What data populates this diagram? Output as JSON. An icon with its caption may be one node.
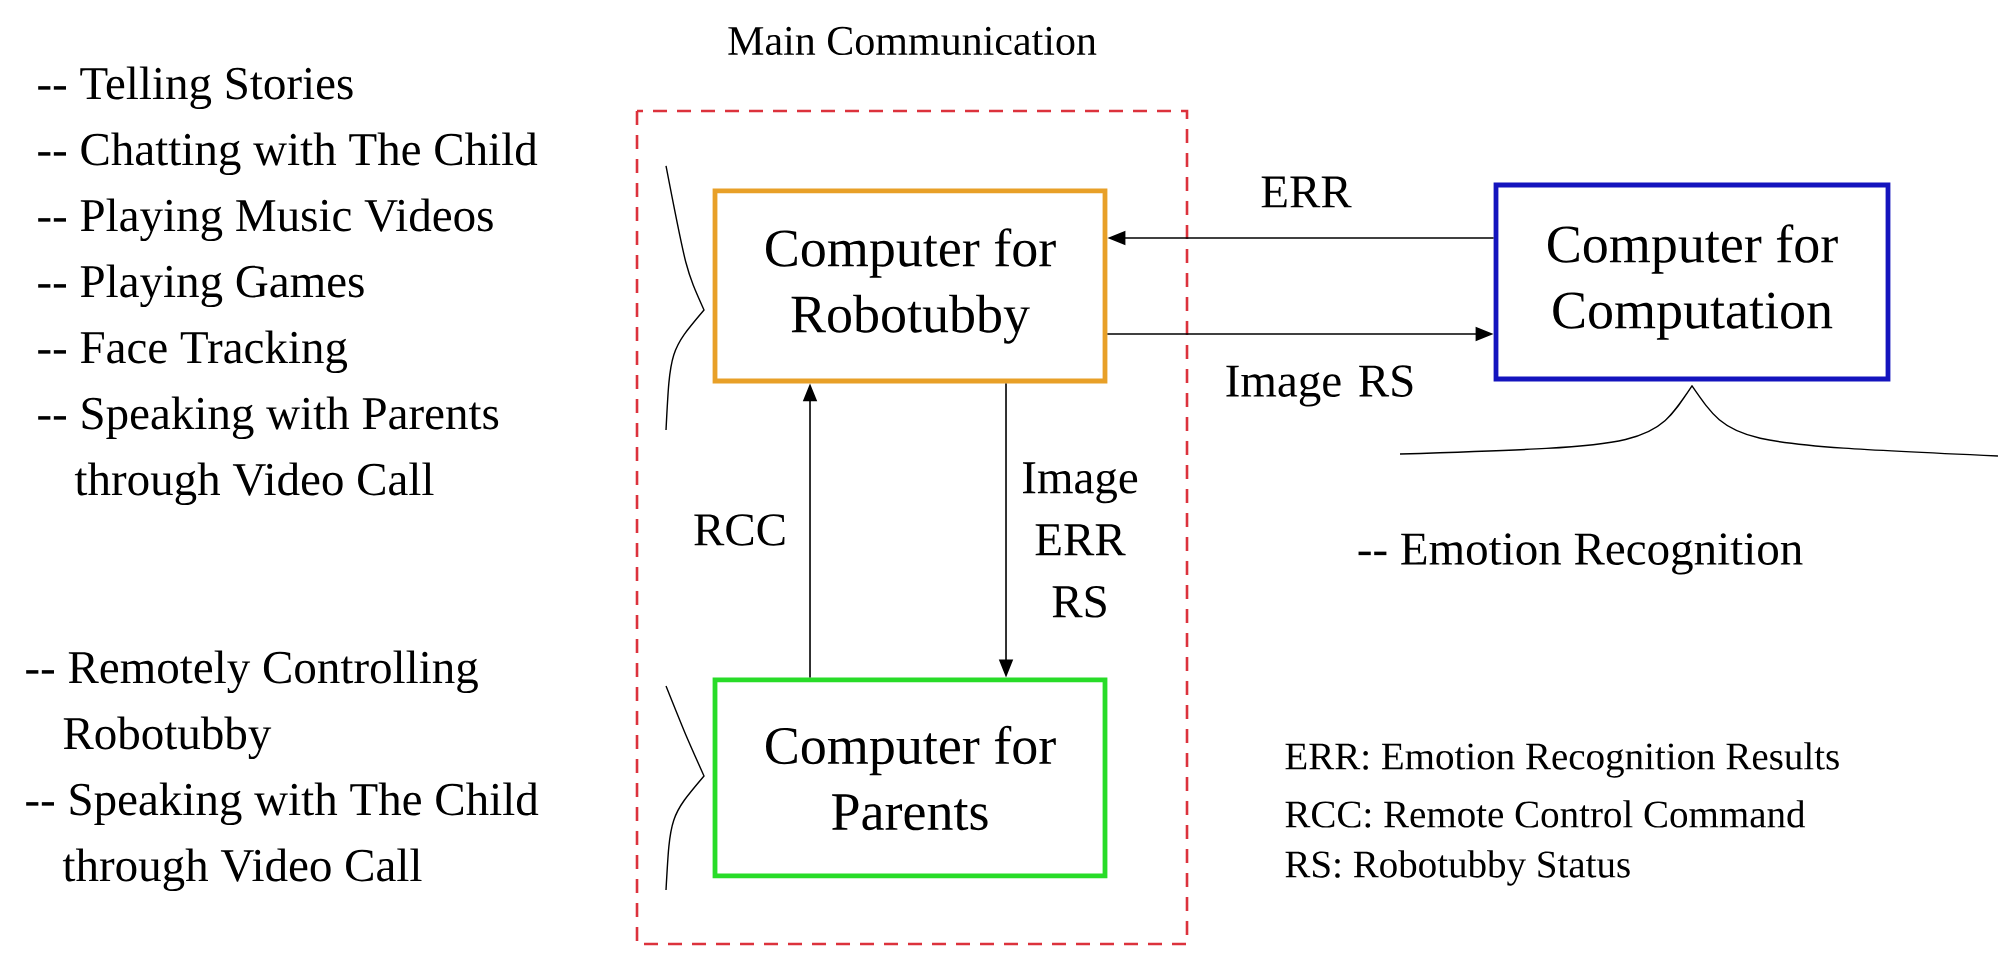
{
  "diagram": {
    "nodes": [
      {
        "text": [
          "Main Communication"
        ]
      },
      {
        "text": [
          "Computer for Robotubby"
        ],
        "in": 0,
        "beside": [
          "-- Telling Stories",
          "-- Chatting with The Child",
          "-- Playing Music Videos",
          "-- Playing Games",
          "-- Face Tracking",
          "-- Speaking with Parents through Video Call"
        ]
      },
      {
        "text": [
          "Computer for Parents"
        ],
        "in": 0,
        "beside": [
          "-- Remotely Controlling Robotubby",
          "-- Speaking with The Child through Video Call"
        ]
      },
      {
        "text": [
          "Computer for Computation"
        ],
        "beside": [
          "-- Emotion Recognition"
        ]
      }
    ],
    "edges": [
      {
        "from": 3,
        "to": 1,
        "arrow": "to",
        "label": "ERR"
      },
      {
        "from": 1,
        "to": 3,
        "arrow": "to",
        "label": "Image RS"
      },
      {
        "from": 1,
        "to": 2,
        "arrow": "to",
        "label": "Image ERR RS"
      },
      {
        "from": 2,
        "to": 1,
        "arrow": "to",
        "label": "RCC"
      }
    ],
    "labels": [
      "ERR: Emotion Recognition Results",
      "RCC: Remote Control Command",
      "RS: Robotubby Status"
    ]
  }
}
